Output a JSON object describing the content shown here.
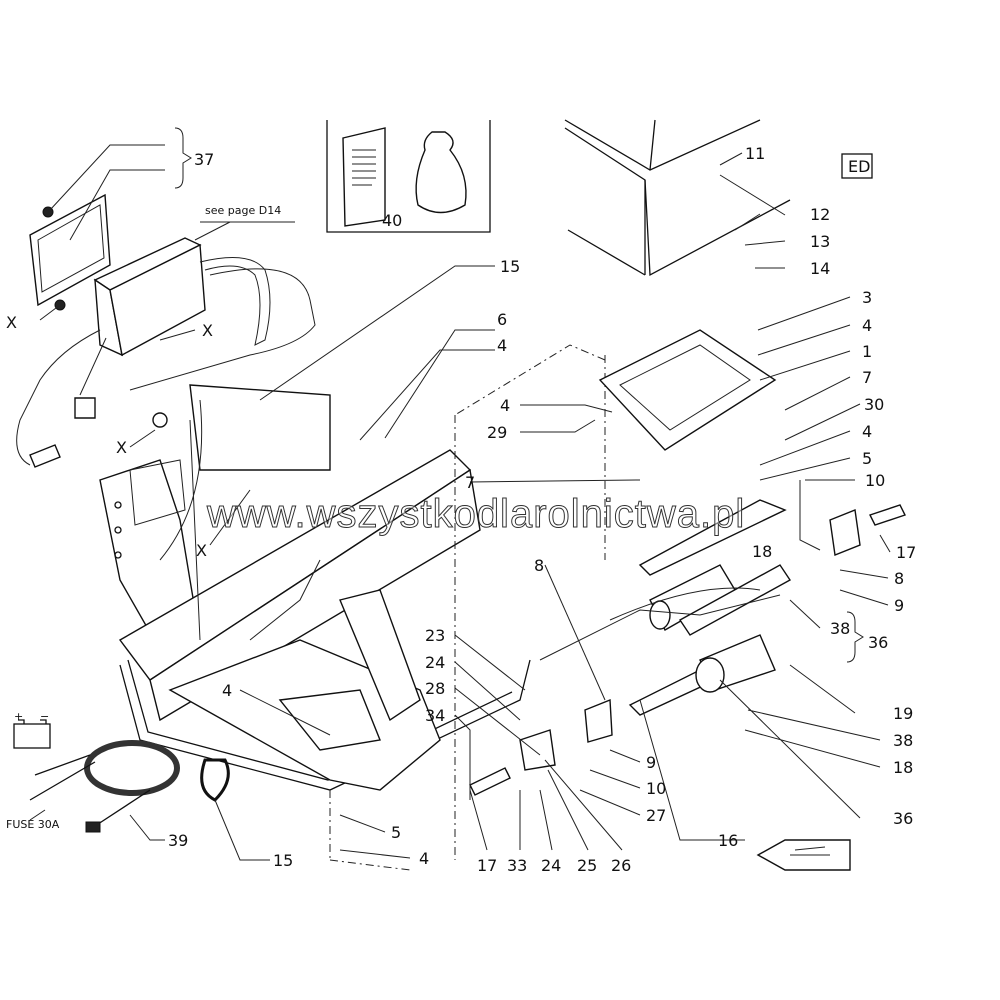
{
  "diagram": {
    "section_code": "ED",
    "reference_note": "see page D14",
    "watermark": "www.wszystkodlarolnictwa.pl",
    "battery_symbols": {
      "plus": "+",
      "minus": "−"
    },
    "fuse_label": "FUSE 30A",
    "connection_marker": "X",
    "labels": [
      "37",
      "40",
      "11",
      "12",
      "13",
      "14",
      "15",
      "3",
      "6",
      "4",
      "4",
      "1",
      "7",
      "4",
      "29",
      "30",
      "4",
      "5",
      "10",
      "7",
      "18",
      "17",
      "8",
      "8",
      "9",
      "38",
      "36",
      "23",
      "24",
      "28",
      "34",
      "4",
      "19",
      "38",
      "18",
      "9",
      "10",
      "27",
      "36",
      "5",
      "16",
      "39",
      "15",
      "4",
      "17",
      "33",
      "24",
      "25",
      "26"
    ]
  }
}
